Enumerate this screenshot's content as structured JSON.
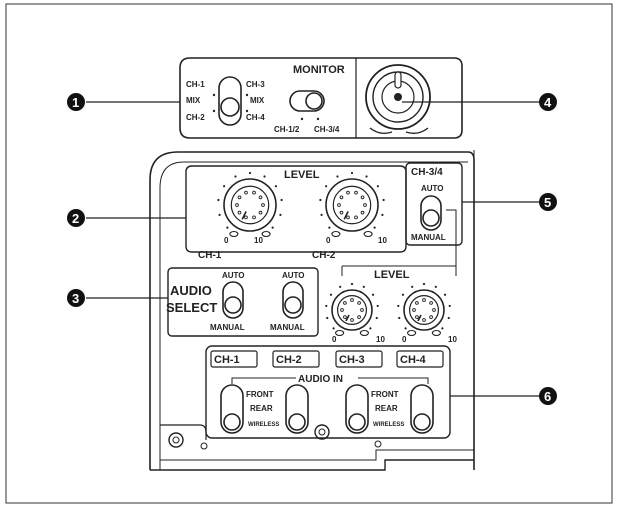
{
  "monitor": {
    "title": "MONITOR",
    "left_col": [
      "CH-1",
      "MIX",
      "CH-2"
    ],
    "right_col": [
      "CH-3",
      "MIX",
      "CH-4"
    ],
    "switch_labels": [
      "CH-1/2",
      "CH-3/4"
    ]
  },
  "level_upper": {
    "title": "LEVEL",
    "knob1": {
      "min": "0",
      "max": "10",
      "channel": "CH-1"
    },
    "knob2": {
      "min": "0",
      "max": "10",
      "channel": "CH-2"
    }
  },
  "ch34_select": {
    "title": "CH-3/4",
    "top": "AUTO",
    "bottom": "MANUAL"
  },
  "audio_select": {
    "title_line1": "AUDIO",
    "title_line2": "SELECT",
    "sw1_top": "AUTO",
    "sw1_bottom": "MANUAL",
    "sw2_top": "AUTO",
    "sw2_bottom": "MANUAL"
  },
  "level_lower": {
    "title": "LEVEL",
    "knob3": {
      "min": "0",
      "max": "10"
    },
    "knob4": {
      "min": "0",
      "max": "10"
    }
  },
  "channels": [
    "CH-1",
    "CH-2",
    "CH-3",
    "CH-4"
  ],
  "audio_in": {
    "title": "AUDIO IN",
    "group1": [
      "FRONT",
      "REAR",
      "WIRELESS"
    ],
    "group2": [
      "FRONT",
      "REAR",
      "WIRELESS"
    ]
  },
  "callouts": [
    "1",
    "2",
    "3",
    "4",
    "5",
    "6"
  ]
}
